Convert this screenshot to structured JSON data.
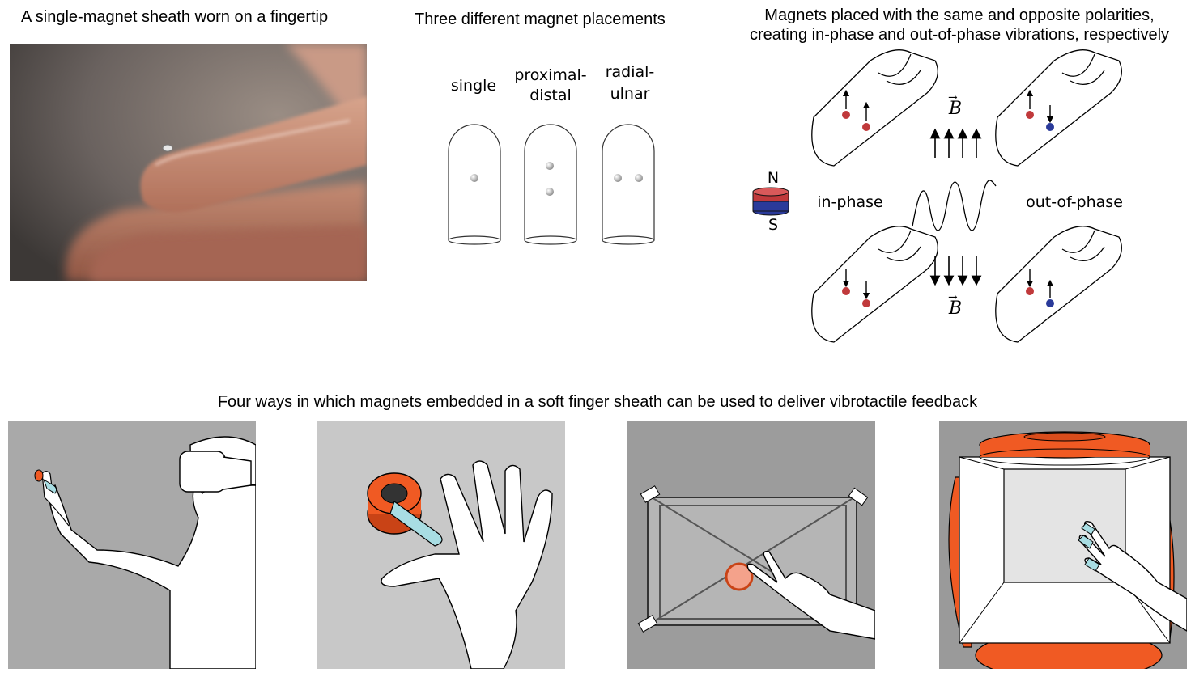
{
  "captions": {
    "top_left": "A single-magnet sheath worn on a fingertip",
    "top_middle": "Three different magnet placements",
    "top_right_line1": "Magnets placed with the same and opposite polarities,",
    "top_right_line2": "creating in-phase and out-of-phase vibrations, respectively",
    "bottom": "Four ways in which magnets embedded in a soft finger sheath can be used to deliver vibrotactile feedback"
  },
  "placements": {
    "single": "single",
    "proximal_distal_1": "proximal-",
    "proximal_distal_2": "distal",
    "radial_ulnar_1": "radial-",
    "radial_ulnar_2": "ulnar"
  },
  "polarity": {
    "north": "N",
    "south": "S",
    "in_phase": "in-phase",
    "out_of_phase": "out-of-phase",
    "field_symbol": "B"
  },
  "colors": {
    "magnet_red": "#c0393b",
    "magnet_blue": "#2a3a9a",
    "orange": "#f05a23",
    "sheath_cyan": "#a8dde3",
    "panel_gray_1": "#a9a9a9",
    "panel_gray_2": "#c8c8c8",
    "panel_gray_3": "#9c9c9c",
    "panel_gray_4": "#9a9a9a"
  }
}
